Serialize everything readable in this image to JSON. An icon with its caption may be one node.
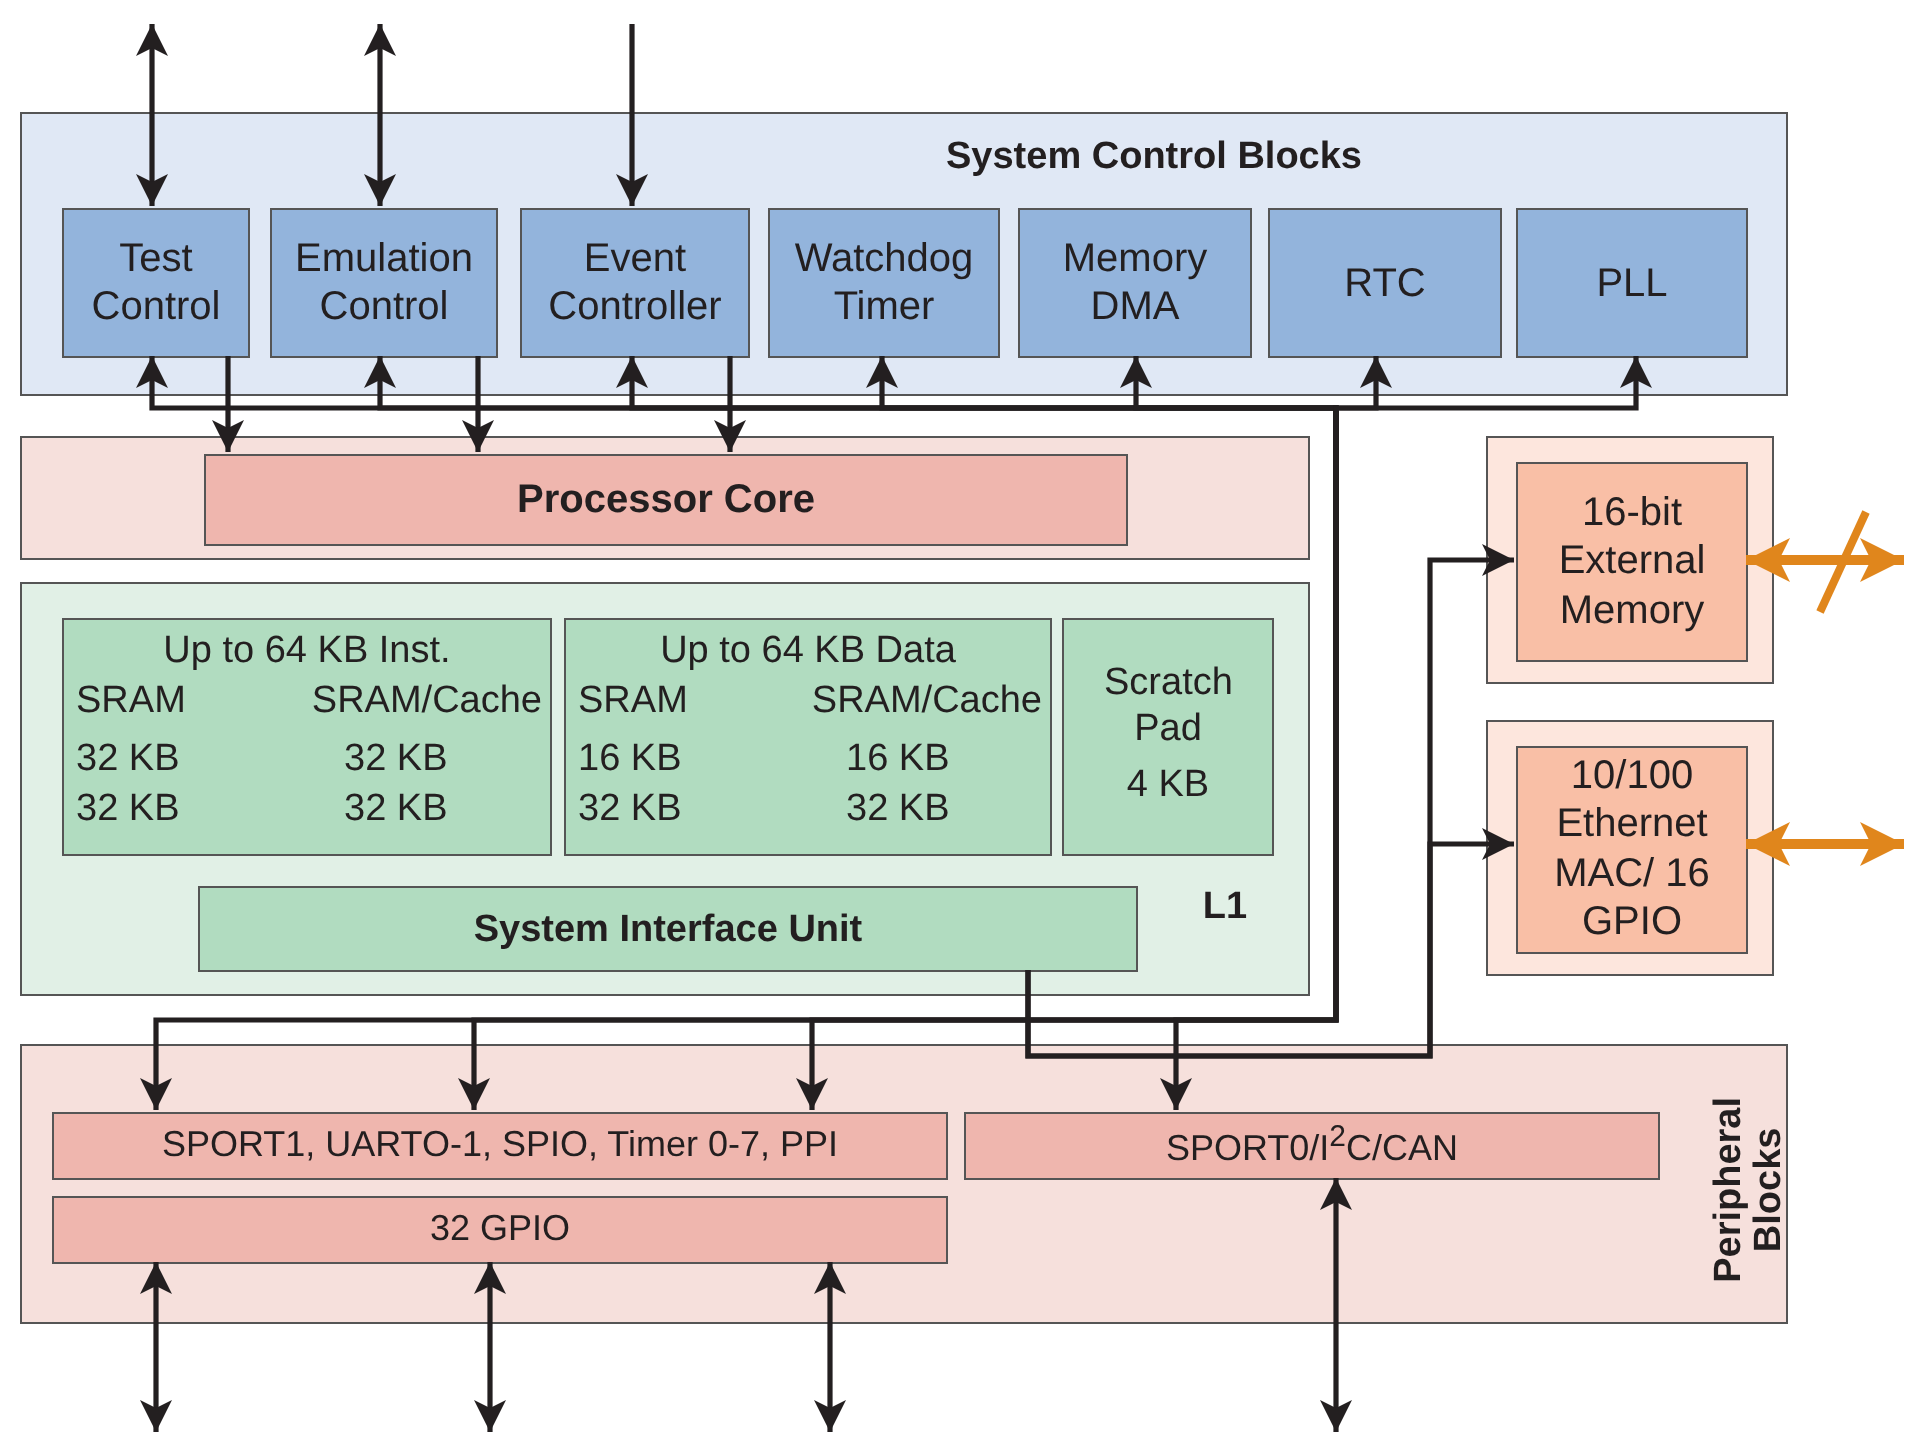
{
  "diagram": {
    "nodes": [
      {
        "text": [
          "System Control Blocks"
        ]
      },
      {
        "text": [
          "Test Control"
        ],
        "in": 0
      },
      {
        "text": [
          "Emulation Control"
        ],
        "in": 0
      },
      {
        "text": [
          "Event Controller"
        ],
        "in": 0
      },
      {
        "text": [
          "Watchdog Timer"
        ],
        "in": 0
      },
      {
        "text": [
          "Memory DMA"
        ],
        "in": 0
      },
      {
        "text": [
          "RTC"
        ],
        "in": 0
      },
      {
        "text": [
          "PLL"
        ],
        "in": 0
      },
      {
        "text": [],
        "shape": "box"
      },
      {
        "text": [
          "Processor Core"
        ],
        "in": 8
      },
      {
        "text": [
          "L1"
        ]
      },
      {
        "text": [
          "Up to 64 KB Inst.",
          "SRAM",
          "SRAM/Cache",
          "32 KB",
          "32 KB",
          "32 KB",
          "32 KB"
        ],
        "in": 10
      },
      {
        "text": [
          "Up to 64 KB Data",
          "SRAM",
          "SRAM/Cache",
          "16 KB",
          "16 KB",
          "32 KB",
          "32 KB"
        ],
        "in": 10
      },
      {
        "text": [
          "Scratch Pad",
          "4 KB"
        ],
        "in": 10
      },
      {
        "text": [
          "System Interface Unit"
        ],
        "in": 10
      },
      {
        "text": [],
        "shape": "box"
      },
      {
        "text": [
          "16-bit External Memory"
        ],
        "in": 15
      },
      {
        "text": [],
        "shape": "box"
      },
      {
        "text": [
          "10/100 Ethernet MAC/ 16 GPIO"
        ],
        "in": 17
      },
      {
        "text": [
          "Peripheral Blocks"
        ]
      },
      {
        "text": [
          "SPORT1, UARTO-1, SPIO, Timer 0-7, PPI"
        ],
        "in": 19
      },
      {
        "text": [
          "SPORT0/I$^{2}$C/CAN"
        ],
        "in": 19
      },
      {
        "text": [
          "32 GPIO"
        ],
        "in": 19
      }
    ],
    "edges": [
      {
        "from": null,
        "to": 1,
        "arrow": "both"
      },
      {
        "from": null,
        "to": 2,
        "arrow": "both"
      },
      {
        "from": null,
        "to": 3,
        "arrow": "to"
      },
      {
        "from": 1,
        "to": 9,
        "arrow": "to"
      },
      {
        "from": 2,
        "to": 9,
        "arrow": "to"
      },
      {
        "from": 3,
        "to": 9,
        "arrow": "to"
      },
      {
        "from": null,
        "to": 1,
        "arrow": "to"
      },
      {
        "from": null,
        "to": 2,
        "arrow": "to"
      },
      {
        "from": null,
        "to": 3,
        "arrow": "to"
      },
      {
        "from": null,
        "to": 4,
        "arrow": "to"
      },
      {
        "from": null,
        "to": 5,
        "arrow": "to"
      },
      {
        "from": null,
        "to": 6,
        "arrow": "to"
      },
      {
        "from": null,
        "to": 7,
        "arrow": "to"
      },
      {
        "from": null,
        "to": 20,
        "arrow": "to"
      },
      {
        "from": null,
        "to": 20,
        "arrow": "to"
      },
      {
        "from": null,
        "to": 20,
        "arrow": "to"
      },
      {
        "from": null,
        "to": 21,
        "arrow": "to"
      },
      {
        "from": 14,
        "to": 16,
        "arrow": "to"
      },
      {
        "from": 14,
        "to": 18,
        "arrow": "to"
      },
      {
        "from": 16,
        "to": null,
        "arrow": "both",
        "style": "thick",
        "color": "#e0861c"
      },
      {
        "from": 18,
        "to": null,
        "arrow": "both",
        "style": "thick",
        "color": "#e0861c"
      },
      {
        "from": 22,
        "to": null,
        "arrow": "both"
      },
      {
        "from": 22,
        "to": null,
        "arrow": "both"
      },
      {
        "from": 22,
        "to": null,
        "arrow": "both"
      },
      {
        "from": 21,
        "to": null,
        "arrow": "both"
      }
    ]
  }
}
